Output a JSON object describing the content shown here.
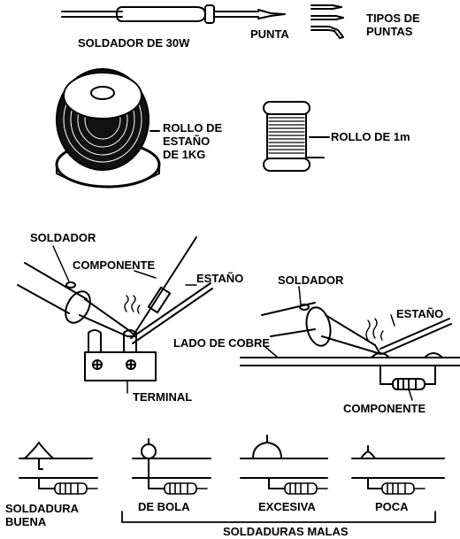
{
  "labels": {
    "soldador_30w": "SOLDADOR DE 30W",
    "punta": "PUNTA",
    "tipos_puntas_1": "TIPOS DE",
    "tipos_puntas_2": "PUNTAS",
    "rollo_1kg_1": "ROLLO DE",
    "rollo_1kg_2": "ESTAÑO",
    "rollo_1kg_3": "DE 1KG",
    "rollo_1m": "ROLLO DE 1m",
    "soldador_left": "SOLDADOR",
    "componente_left": "COMPONENTE",
    "estano_left": "ESTAÑO",
    "terminal": "TERMINAL",
    "soldador_right": "SOLDADOR",
    "estano_right": "ESTAÑO",
    "lado_cobre": "LADO DE COBRE",
    "componente_right": "COMPONENTE",
    "soldadura_buena_1": "SOLDADURA",
    "soldadura_buena_2": "BUENA",
    "de_bola": "DE BOLA",
    "excesiva": "EXCESIVA",
    "poca": "POCA",
    "soldaduras_malas": "SOLDADURAS MALAS"
  }
}
